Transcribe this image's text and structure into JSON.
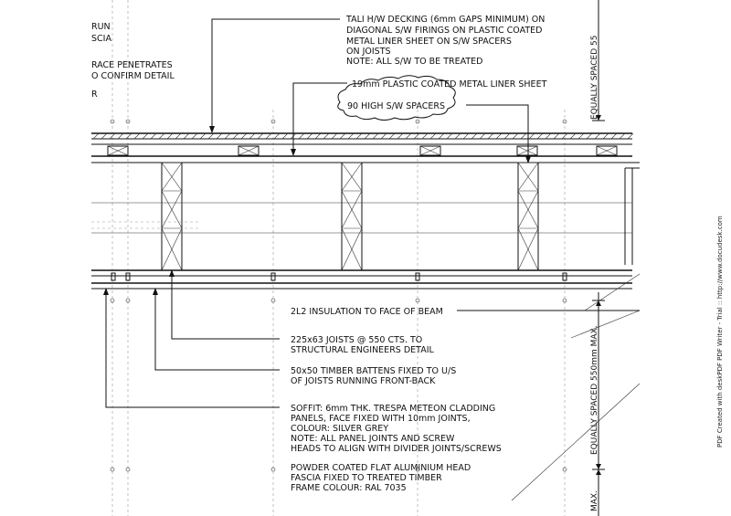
{
  "partial_notes": [
    "RUN",
    "SCIA",
    "RACE PENETRATES",
    "O CONFIRM DETAIL",
    "R"
  ],
  "notes": {
    "decking": [
      "TALI H/W DECKING (6mm GAPS MINIMUM) ON",
      "DIAGONAL S/W FIRINGS ON PLASTIC COATED",
      "METAL LINER SHEET ON S/W SPACERS",
      "ON JOISTS",
      "NOTE: ALL S/W TO BE TREATED"
    ],
    "liner_sheet": "19mm PLASTIC COATED METAL LINER SHEET",
    "spacers": "90 HIGH S/W SPACERS",
    "insulation": "2L2 INSULATION TO FACE OF BEAM",
    "joists": [
      "225x63 JOISTS @ 550 CTS. TO",
      "STRUCTURAL ENGINEERS DETAIL"
    ],
    "battens": [
      "50x50 TIMBER BATTENS FIXED TO U/S",
      "OF JOISTS RUNNING FRONT-BACK"
    ],
    "soffit": [
      "SOFFIT: 6mm THK. TRESPA METEON CLADDING",
      "PANELS, FACE FIXED WITH 10mm JOINTS,",
      "COLOUR: SILVER GREY",
      "NOTE: ALL PANEL JOINTS AND SCREW",
      "HEADS TO ALIGN WITH DIVIDER JOINTS/SCREWS"
    ],
    "fascia": [
      "POWDER COATED FLAT ALUMINIUM HEAD",
      "FASCIA FIXED TO TREATED TIMBER",
      "FRAME COLOUR: RAL 7035"
    ]
  },
  "dimensions": {
    "top": "EQUALLY SPACED 55",
    "right": "EQUALLY SPACED 550mm MAX.",
    "bottom": "MAX."
  },
  "watermark": "PDF Created with deskPDF PDF Writer - Trial :: http://www.docudesk.com"
}
